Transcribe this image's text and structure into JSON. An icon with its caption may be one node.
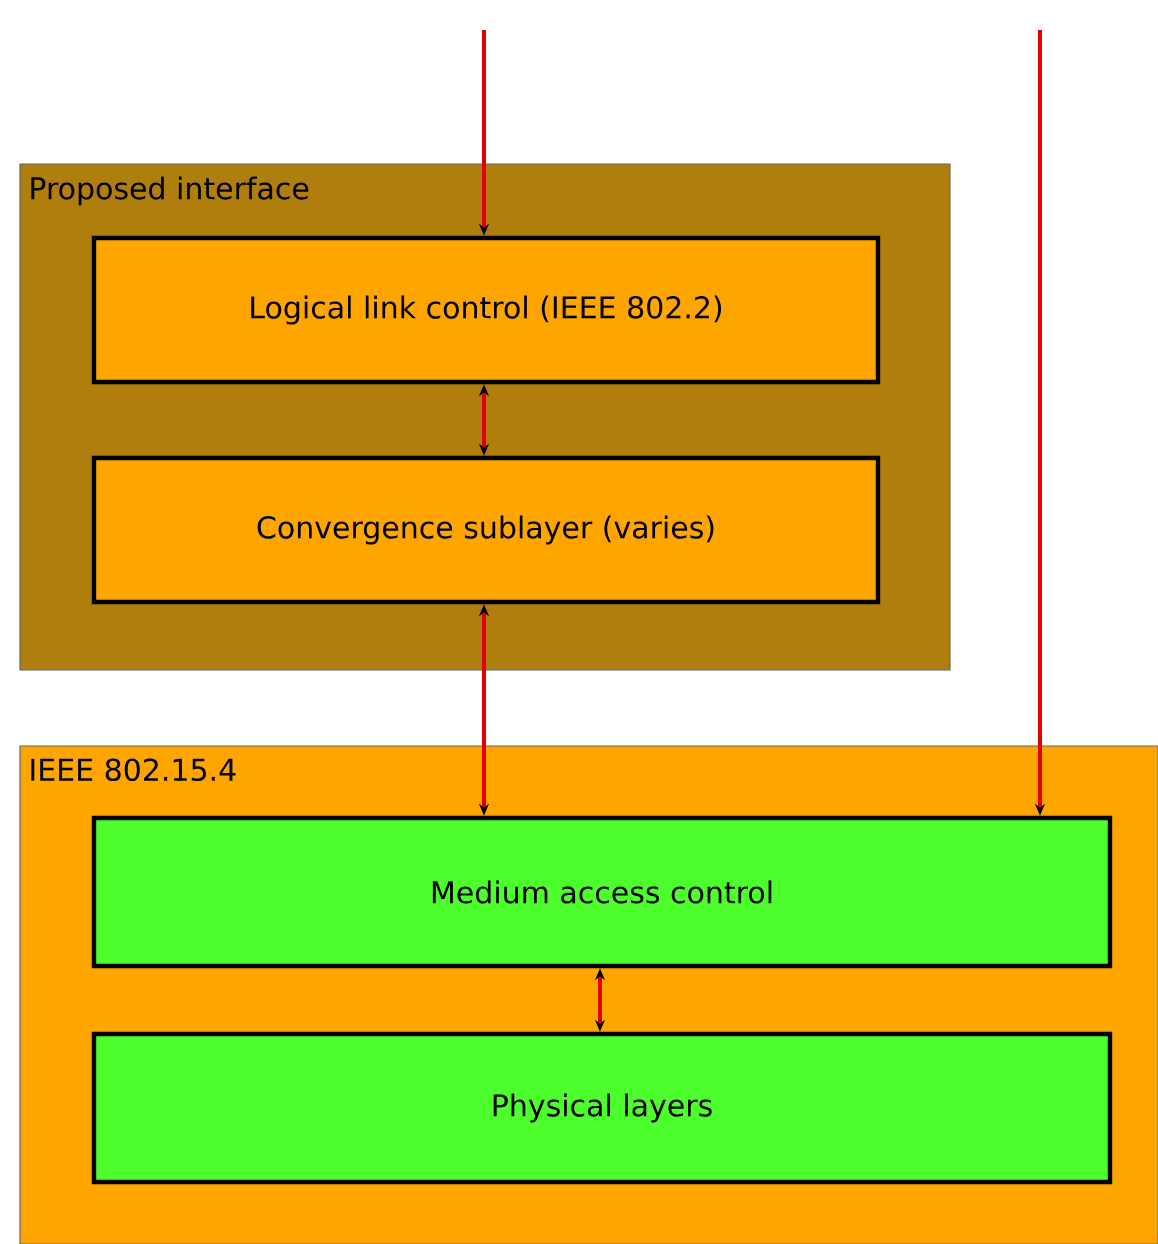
{
  "diagram": {
    "nodes": [
      {
        "text": [
          "Proposed interface"
        ]
      },
      {
        "text": [
          "Logical link control (IEEE 802.2)"
        ],
        "in": 0
      },
      {
        "text": [
          "Convergence sublayer (varies)"
        ],
        "in": 0
      },
      {
        "text": [
          "IEEE 802.15.4"
        ]
      },
      {
        "text": [
          "Medium access control"
        ],
        "in": 3
      },
      {
        "text": [
          "Physical layers"
        ],
        "in": 3
      }
    ],
    "edges": [
      {
        "from": null,
        "to": 1,
        "arrow": "to"
      },
      {
        "from": 1,
        "to": 2,
        "arrow": "both"
      },
      {
        "from": 2,
        "to": 4,
        "arrow": "both"
      },
      {
        "from": null,
        "to": 4,
        "arrow": "to"
      },
      {
        "from": 4,
        "to": 5,
        "arrow": "both"
      }
    ]
  }
}
